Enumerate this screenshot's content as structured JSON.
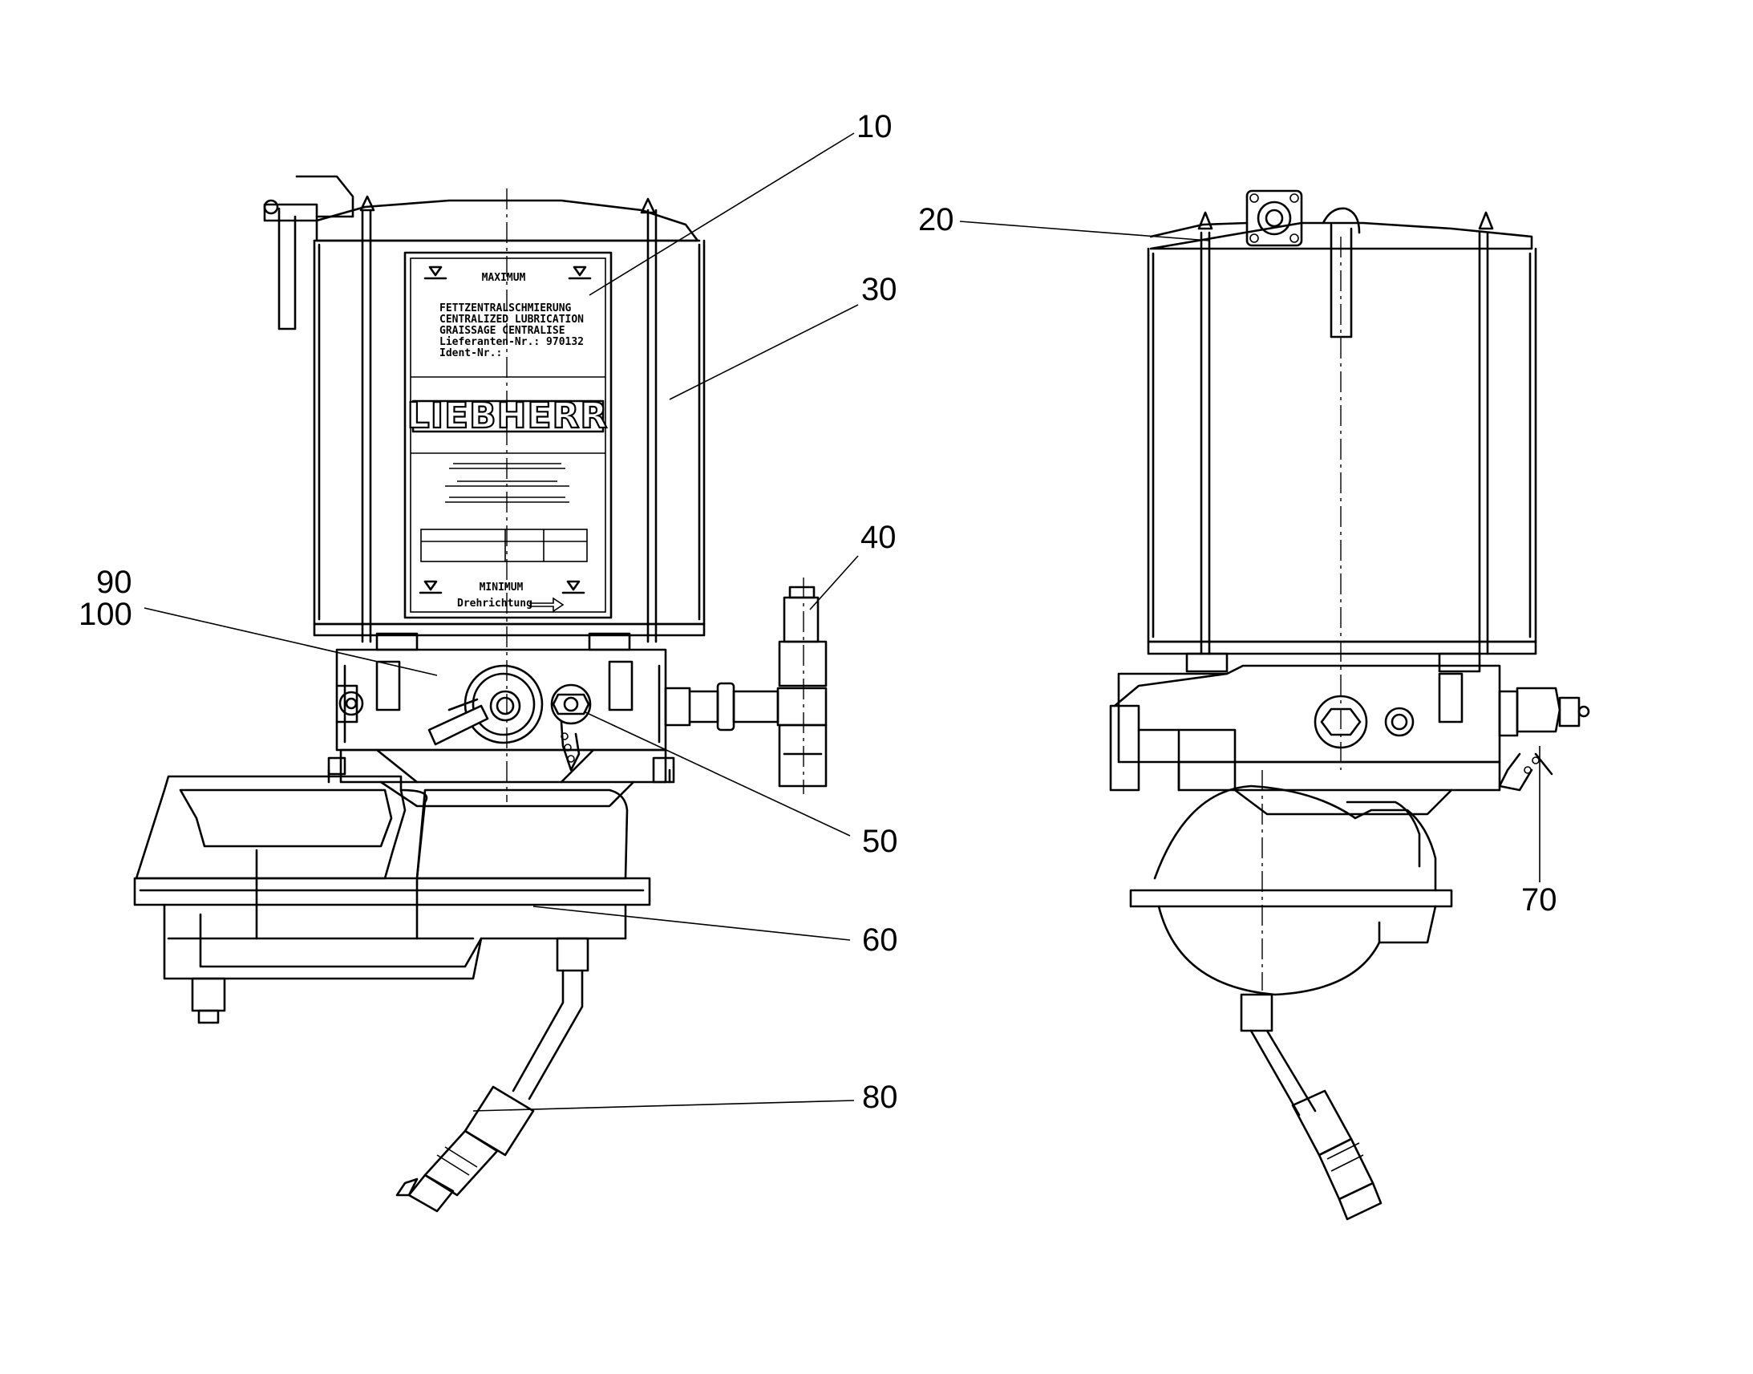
{
  "callouts": {
    "c10": "10",
    "c20": "20",
    "c30": "30",
    "c40": "40",
    "c50": "50",
    "c60": "60",
    "c70": "70",
    "c80": "80",
    "c90": "90",
    "c100": "100"
  },
  "nameplate": {
    "max_label": "MAXIMUM",
    "line1": "FETTZENTRALSCHMIERUNG",
    "line2": "CENTRALIZED LUBRICATION",
    "line3": "GRAISSAGE CENTRALISE",
    "line4": "Lieferanten-Nr.: 970132",
    "line5": "Ident-Nr.:",
    "brand": "LIEBHERR",
    "min_label": "MINIMUM",
    "direction_label": "Drehrichtung"
  }
}
